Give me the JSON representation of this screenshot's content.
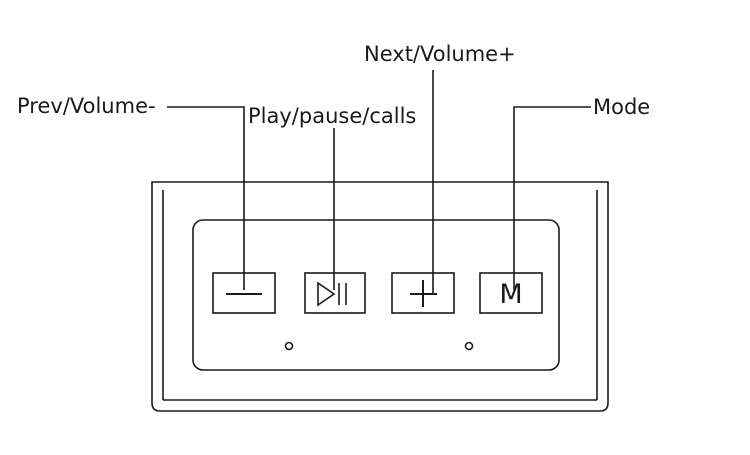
{
  "labels": {
    "prev_volume": "Prev/Volume-",
    "play_pause": "Play/pause/calls",
    "next_volume": "Next/Volume+",
    "mode": "Mode"
  },
  "buttons": {
    "mode_glyph": "M"
  },
  "colors": {
    "stroke": "#1a1a1a",
    "background": "#ffffff"
  }
}
